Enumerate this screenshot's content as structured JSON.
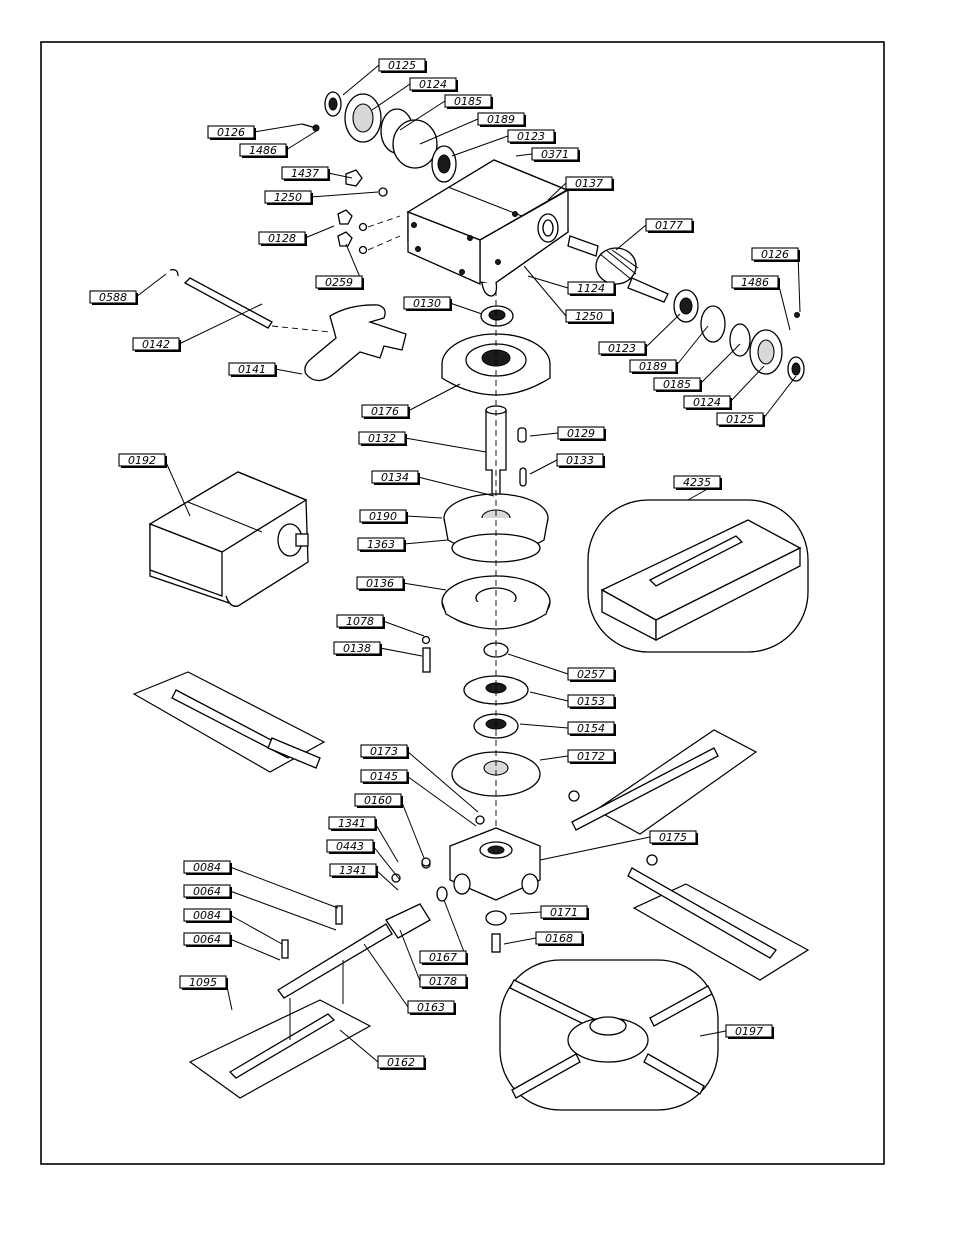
{
  "diagram": {
    "part_labels": [
      "0125",
      "0124",
      "0185",
      "0126",
      "0189",
      "1486",
      "0123",
      "0371",
      "1437",
      "0137",
      "1250",
      "0128",
      "0177",
      "0126",
      "0259",
      "1124",
      "1486",
      "0588",
      "1250",
      "0130",
      "0142",
      "0123",
      "0189",
      "0141",
      "0185",
      "0124",
      "0125",
      "0176",
      "0132",
      "0129",
      "0133",
      "0192",
      "0134",
      "4235",
      "0190",
      "1363",
      "0136",
      "1078",
      "0138",
      "0257",
      "0153",
      "0154",
      "0173",
      "0172",
      "0145",
      "0160",
      "0175",
      "1341",
      "0443",
      "0084",
      "1341",
      "0064",
      "0171",
      "0084",
      "0168",
      "0064",
      "0167",
      "0178",
      "1095",
      "0163",
      "0197",
      "0162"
    ]
  }
}
